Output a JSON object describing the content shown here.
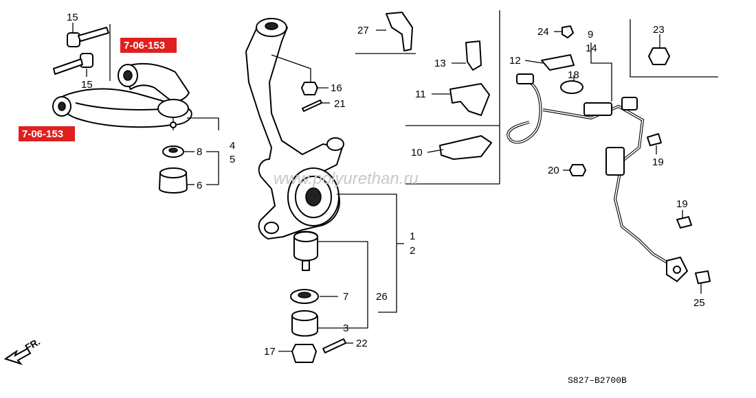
{
  "diagram": {
    "drawing_code": "S827–B2700B",
    "watermark": "www.polyurethan.ru",
    "direction_label": "FR.",
    "references": [
      "7-06-153",
      "7-06-153"
    ],
    "callouts": [
      "15",
      "15",
      "8",
      "4",
      "5",
      "6",
      "27",
      "13",
      "11",
      "10",
      "16",
      "21",
      "1",
      "2",
      "7",
      "26",
      "3",
      "17",
      "22",
      "24",
      "12",
      "9",
      "14",
      "18",
      "20",
      "19",
      "19",
      "25",
      "23"
    ]
  }
}
